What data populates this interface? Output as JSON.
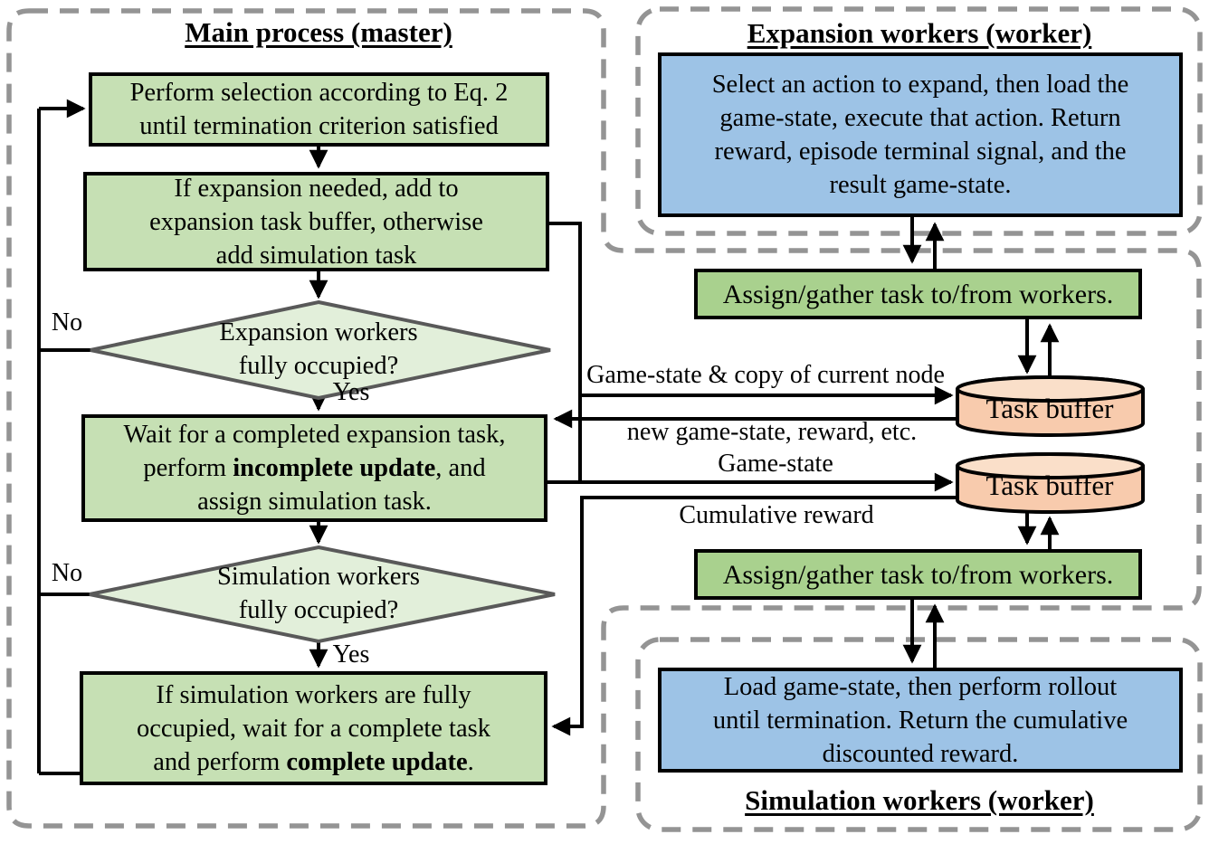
{
  "master": {
    "title": "Main process (master)",
    "select_box": "Perform selection according to Eq. 2\nuntil termination criterion satisfied",
    "expand_box": "If expansion needed, add to\nexpansion task buffer, otherwise\nadd simulation task",
    "expansion_diamond": "Expansion workers\nfully occupied?",
    "wait_box": {
      "pre": "Wait for a completed expansion task,\nperform ",
      "bold": "incomplete update",
      "post": ", and\nassign simulation task."
    },
    "simulation_diamond": "Simulation workers\nfully occupied?",
    "complete_box": {
      "pre": "If simulation workers are fully\noccupied, wait for a complete task\nand perform ",
      "bold": "complete update",
      "post": "."
    },
    "no_label": "No",
    "yes_label": "Yes"
  },
  "expansion_workers": {
    "title": "Expansion workers (worker)",
    "box": "Select an action to expand, then load the\ngame-state, execute that action. Return\nreward, episode terminal signal, and the\nresult game-state."
  },
  "simulation_workers": {
    "title": "Simulation workers (worker)",
    "box": "Load game-state, then perform rollout\nuntil termination. Return the cumulative\ndiscounted reward."
  },
  "middle": {
    "assign_top": "Assign/gather task to/from workers.",
    "assign_bottom": "Assign/gather task to/from workers.",
    "task_buffer_top": "Task buffer",
    "task_buffer_bottom": "Task buffer",
    "label_game_state_copy": "Game-state & copy of current node",
    "label_new_game_state": "new game-state, reward, etc.",
    "label_game_state": "Game-state",
    "label_cumulative_reward": "Cumulative reward"
  },
  "colors": {
    "master_box_green": "#c6e0b4",
    "assign_box_green": "#a9d18e",
    "diamond_green": "#e2efda",
    "worker_blue": "#9dc3e6",
    "buffer_peach": "#f8cbad",
    "buffer_peach_top": "#fadfc9",
    "dashed_border_gray": "#949494",
    "diamond_stroke_gray": "#595959",
    "line_black": "#000000"
  }
}
